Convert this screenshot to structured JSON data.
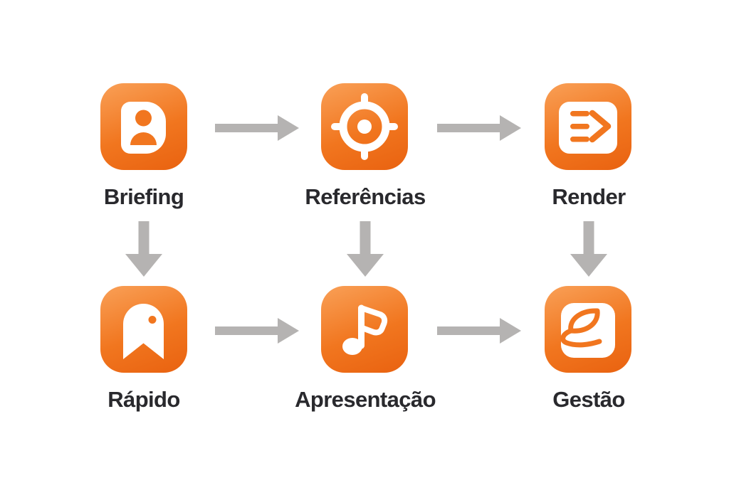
{
  "colors": {
    "background": "#ffffff",
    "accent_light": "#f9a057",
    "accent": "#f1761f",
    "accent_deep": "#e96210",
    "glyph": "#ffffff",
    "arrow": "#b5b3b2",
    "label": "#29292d"
  },
  "diagram": {
    "type": "flowchart",
    "rows": 2,
    "cols": 3,
    "nodes": [
      {
        "id": "briefing",
        "label": "Briefing",
        "icon": "person-card-icon",
        "row": 1,
        "col": 1
      },
      {
        "id": "referencias",
        "label": "Referências",
        "icon": "target-icon",
        "row": 1,
        "col": 2
      },
      {
        "id": "render",
        "label": "Render",
        "icon": "list-play-icon",
        "row": 1,
        "col": 3
      },
      {
        "id": "rapido",
        "label": "Rápido",
        "icon": "bookmark-icon",
        "row": 2,
        "col": 1
      },
      {
        "id": "apresentacao",
        "label": "Apresentação",
        "icon": "music-note-icon",
        "row": 2,
        "col": 2
      },
      {
        "id": "gestao",
        "label": "Gestão",
        "icon": "leaf-icon",
        "row": 2,
        "col": 3
      }
    ],
    "connections": [
      {
        "from": "briefing",
        "to": "referencias",
        "direction": "right"
      },
      {
        "from": "referencias",
        "to": "render",
        "direction": "right"
      },
      {
        "from": "briefing",
        "to": "rapido",
        "direction": "down"
      },
      {
        "from": "referencias",
        "to": "apresentacao",
        "direction": "down"
      },
      {
        "from": "render",
        "to": "gestao",
        "direction": "down"
      },
      {
        "from": "rapido",
        "to": "apresentacao",
        "direction": "right"
      },
      {
        "from": "apresentacao",
        "to": "gestao",
        "direction": "right"
      }
    ]
  }
}
